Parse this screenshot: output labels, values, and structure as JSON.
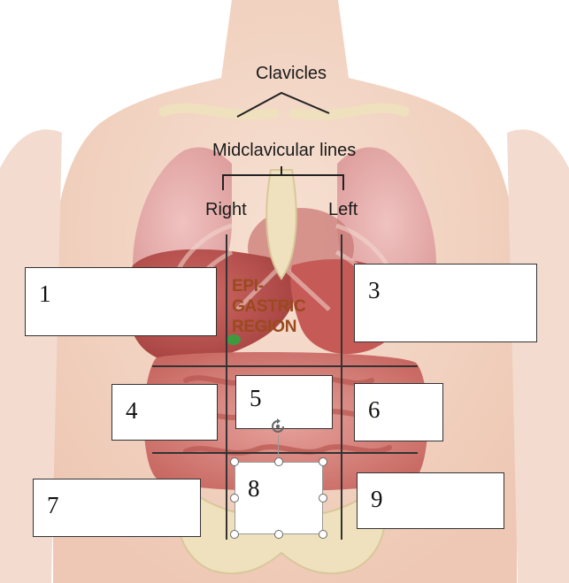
{
  "diagram": {
    "labels": {
      "clavicles": "Clavicles",
      "midclavicular_lines": "Midclavicular lines",
      "right": "Right",
      "left": "Left",
      "epigastric": [
        "EPI-",
        "GASTRIC",
        "REGION"
      ]
    },
    "boxes": [
      {
        "id": "1",
        "number": "1"
      },
      {
        "id": "3",
        "number": "3"
      },
      {
        "id": "4",
        "number": "4"
      },
      {
        "id": "5",
        "number": "5"
      },
      {
        "id": "6",
        "number": "6"
      },
      {
        "id": "7",
        "number": "7"
      },
      {
        "id": "8",
        "number": "8"
      },
      {
        "id": "9",
        "number": "9"
      }
    ],
    "selected_box": "8",
    "colors": {
      "skin": "#f2d4c2",
      "lung": "#e7a8a8",
      "liver": "#b8504c",
      "intestine": "#d8807c",
      "bone": "#f0e4bf",
      "line": "#333333",
      "epigastric_text": "#9a4a1e"
    }
  }
}
